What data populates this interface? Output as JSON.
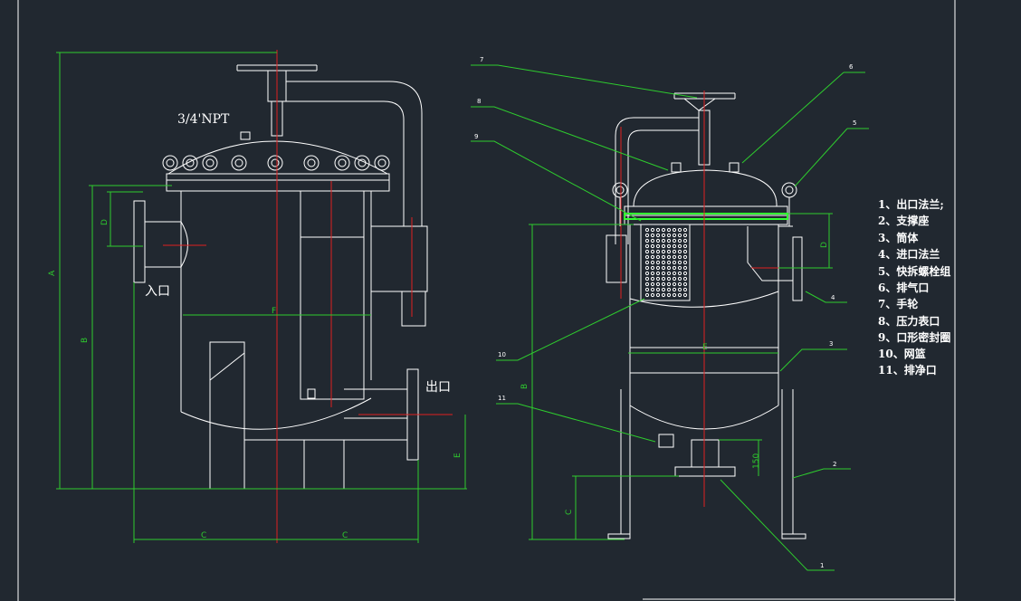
{
  "drawing": {
    "npt_label": "3/4'NPT",
    "inlet_label": "入口",
    "outlet_label": "出口",
    "dims": {
      "A": "A",
      "B": "B",
      "D": "D",
      "F": "F",
      "E": "E",
      "C_left": "C",
      "C_right": "C",
      "B_right": "B",
      "C_side": "C",
      "D_right": "D",
      "E_right": "E",
      "dim_150": "150"
    },
    "callouts": [
      "1",
      "2",
      "3",
      "4",
      "5",
      "6",
      "7",
      "8",
      "9",
      "10",
      "11"
    ],
    "legend": [
      "1、出口法兰;",
      "2、支撑座",
      "3、筒体",
      "4、进口法兰",
      "5、快拆螺栓组",
      "6、排气口",
      "7、手轮",
      "8、压力表口",
      "9、口形密封圈",
      "10、网篮",
      "11、排净口"
    ],
    "colors": {
      "background": "#212830",
      "line": "#ffffff",
      "dimension": "#2ecc2e",
      "centerline": "#e02020",
      "seal": "#33ff33"
    }
  }
}
